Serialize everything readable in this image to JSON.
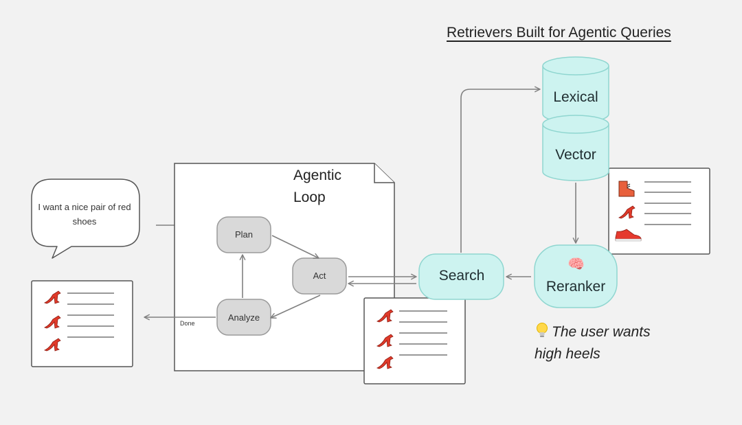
{
  "title": "Retrievers Built for Agentic Queries",
  "user_query": "I want a nice pair of red shoes",
  "agentic_loop": {
    "title_line1": "Agentic",
    "title_line2": "Loop",
    "nodes": {
      "plan": "Plan",
      "act": "Act",
      "analyze": "Analyze"
    },
    "done_label": "Done"
  },
  "retrievers": {
    "lexical": "Lexical",
    "vector": "Vector",
    "search": "Search",
    "reranker": "Reranker",
    "reranker_icon": "brain-icon"
  },
  "insight": {
    "icon": "lightbulb-icon",
    "text_line1": "The user wants",
    "text_line2": "high heels"
  },
  "result_lists": {
    "output": [
      "high-heel-icon",
      "high-heel-icon",
      "high-heel-icon"
    ],
    "search_results": [
      "high-heel-icon",
      "high-heel-icon",
      "high-heel-icon"
    ],
    "db_results": [
      "boot-icon",
      "high-heel-icon",
      "sneaker-icon"
    ]
  },
  "colors": {
    "background": "#f2f2f2",
    "retriever_fill": "#cdf3f0",
    "retriever_stroke": "#8fd6d0",
    "node_fill": "#d9d9d9",
    "node_stroke": "#9a9a9a",
    "arrow": "#808080"
  }
}
